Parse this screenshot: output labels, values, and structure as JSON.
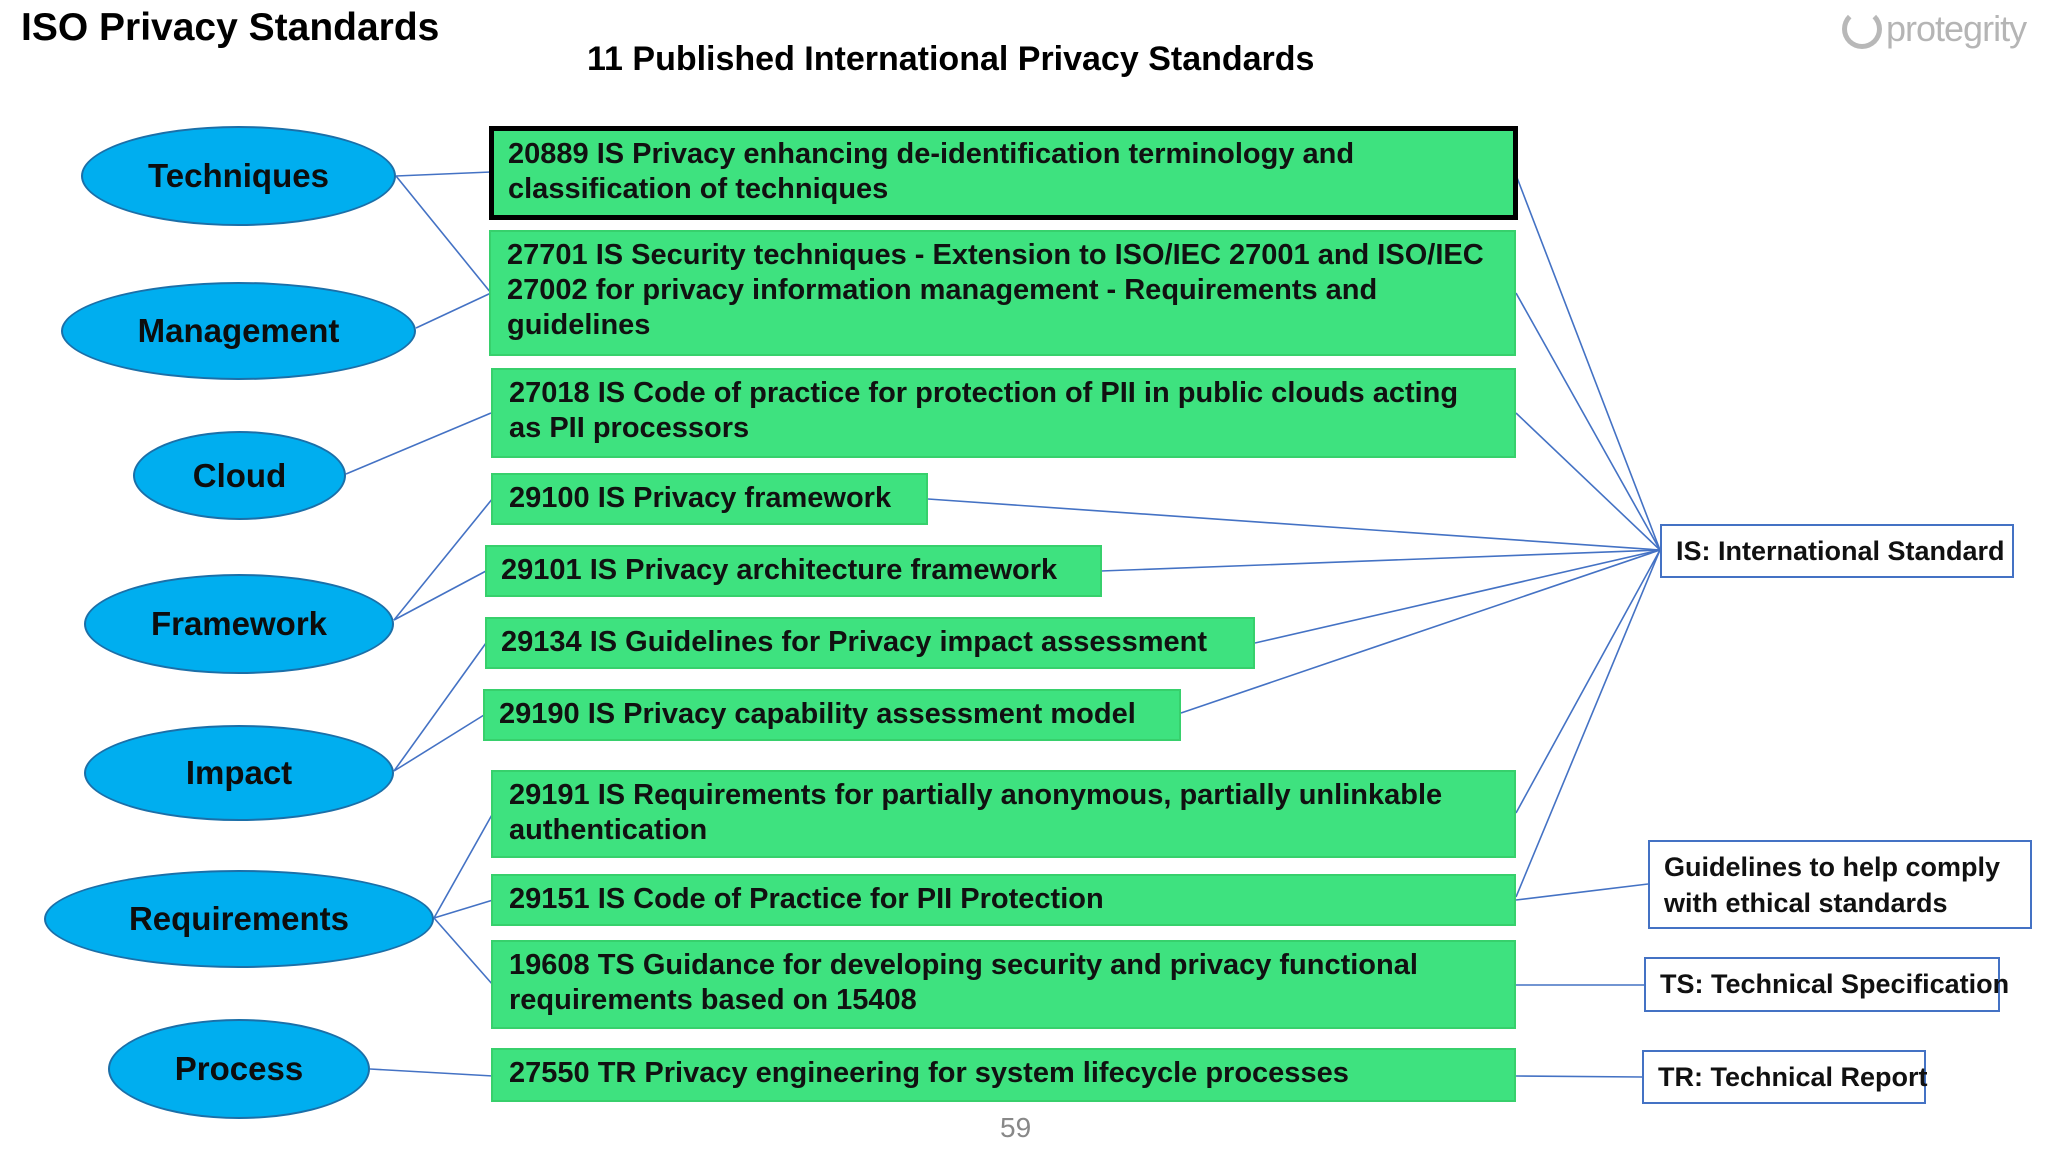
{
  "slide": {
    "title": "ISO Privacy Standards",
    "subtitle": "11 Published International Privacy Standards",
    "page_number": "59"
  },
  "logo": {
    "text": "protegrity",
    "icon": "protegrity-logo-icon"
  },
  "categories": [
    "Techniques",
    "Management",
    "Cloud",
    "Framework",
    "Impact",
    "Requirements",
    "Process"
  ],
  "standards": [
    {
      "text": "20889 IS Privacy enhancing de-identification terminology and classification of techniques",
      "highlighted": true
    },
    {
      "text": "27701 IS Security techniques - Extension to ISO/IEC 27001 and ISO/IEC 27002 for privacy information management - Requirements and guidelines",
      "highlighted": false
    },
    {
      "text": "27018 IS Code of practice for protection of PII in public clouds acting as PII processors",
      "highlighted": false
    },
    {
      "text": "29100 IS Privacy framework",
      "highlighted": false
    },
    {
      "text": "29101 IS Privacy architecture framework",
      "highlighted": false
    },
    {
      "text": "29134 IS Guidelines for Privacy impact assessment",
      "highlighted": false
    },
    {
      "text": "29190 IS Privacy capability assessment model",
      "highlighted": false
    },
    {
      "text": "29191 IS Requirements for partially anonymous, partially unlinkable authentication",
      "highlighted": false
    },
    {
      "text": "29151 IS Code of Practice for PII Protection",
      "highlighted": false
    },
    {
      "text": "19608 TS Guidance for developing security and privacy functional requirements based on 15408",
      "highlighted": false
    },
    {
      "text": "27550 TR Privacy engineering for system lifecycle processes",
      "highlighted": false
    }
  ],
  "legends": [
    "IS: International Standard",
    "Guidelines to help comply with ethical standards",
    "TS: Technical Specification",
    "TR: Technical Report"
  ],
  "colors": {
    "category_fill": "#00aeef",
    "standard_fill": "#3ee27f",
    "connector": "#4472c4",
    "legend_border": "#4472c4"
  }
}
